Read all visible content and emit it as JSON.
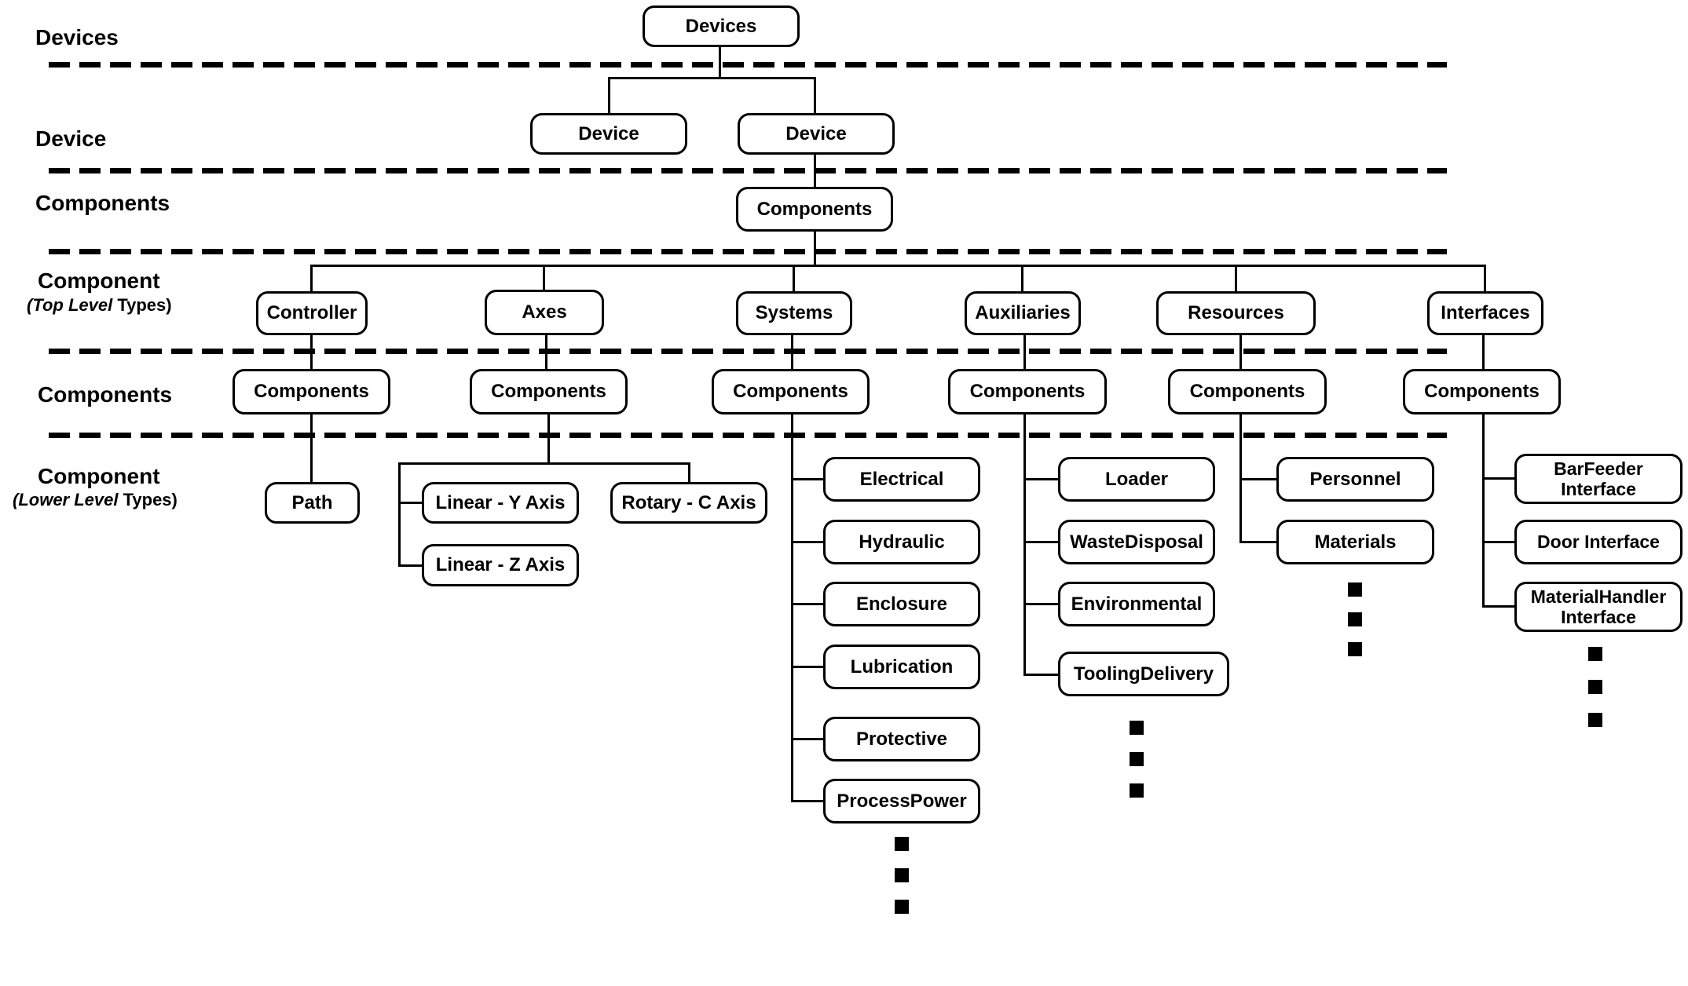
{
  "colors": {
    "line": "#000000",
    "box_fill": "#ffffff",
    "text": "#000000",
    "page_bg": "#ffffff"
  },
  "row_labels": {
    "devices": "Devices",
    "device": "Device",
    "components_upper": "Components",
    "component_top": {
      "title": "Component",
      "qualifier_italic": "(Top Level",
      "qualifier_rest": " Types)"
    },
    "components_lower": "Components",
    "component_lower": {
      "title": "Component",
      "qualifier_italic": "(Lower Level",
      "qualifier_rest": " Types)"
    }
  },
  "diagram": {
    "root_label": "Devices",
    "device_left": "Device",
    "device_right": "Device",
    "components_root": "Components",
    "branches": [
      {
        "type": "Controller",
        "components": "Components",
        "children": [
          "Path"
        ],
        "ellipsis": false
      },
      {
        "type": "Axes",
        "components": "Components",
        "children": [
          "Linear - Y Axis",
          "Linear - Z Axis",
          "Rotary - C Axis"
        ],
        "ellipsis": false
      },
      {
        "type": "Systems",
        "components": "Components",
        "children": [
          "Electrical",
          "Hydraulic",
          "Enclosure",
          "Lubrication",
          "Protective",
          "ProcessPower"
        ],
        "ellipsis": true
      },
      {
        "type": "Auxiliaries",
        "components": "Components",
        "children": [
          "Loader",
          "WasteDisposal",
          "Environmental",
          "ToolingDelivery"
        ],
        "ellipsis": true
      },
      {
        "type": "Resources",
        "components": "Components",
        "children": [
          "Personnel",
          "Materials"
        ],
        "ellipsis": true
      },
      {
        "type": "Interfaces",
        "components": "Components",
        "children": [
          "BarFeeder Interface",
          "Door Interface",
          "MaterialHandler Interface"
        ],
        "ellipsis": true
      }
    ]
  }
}
